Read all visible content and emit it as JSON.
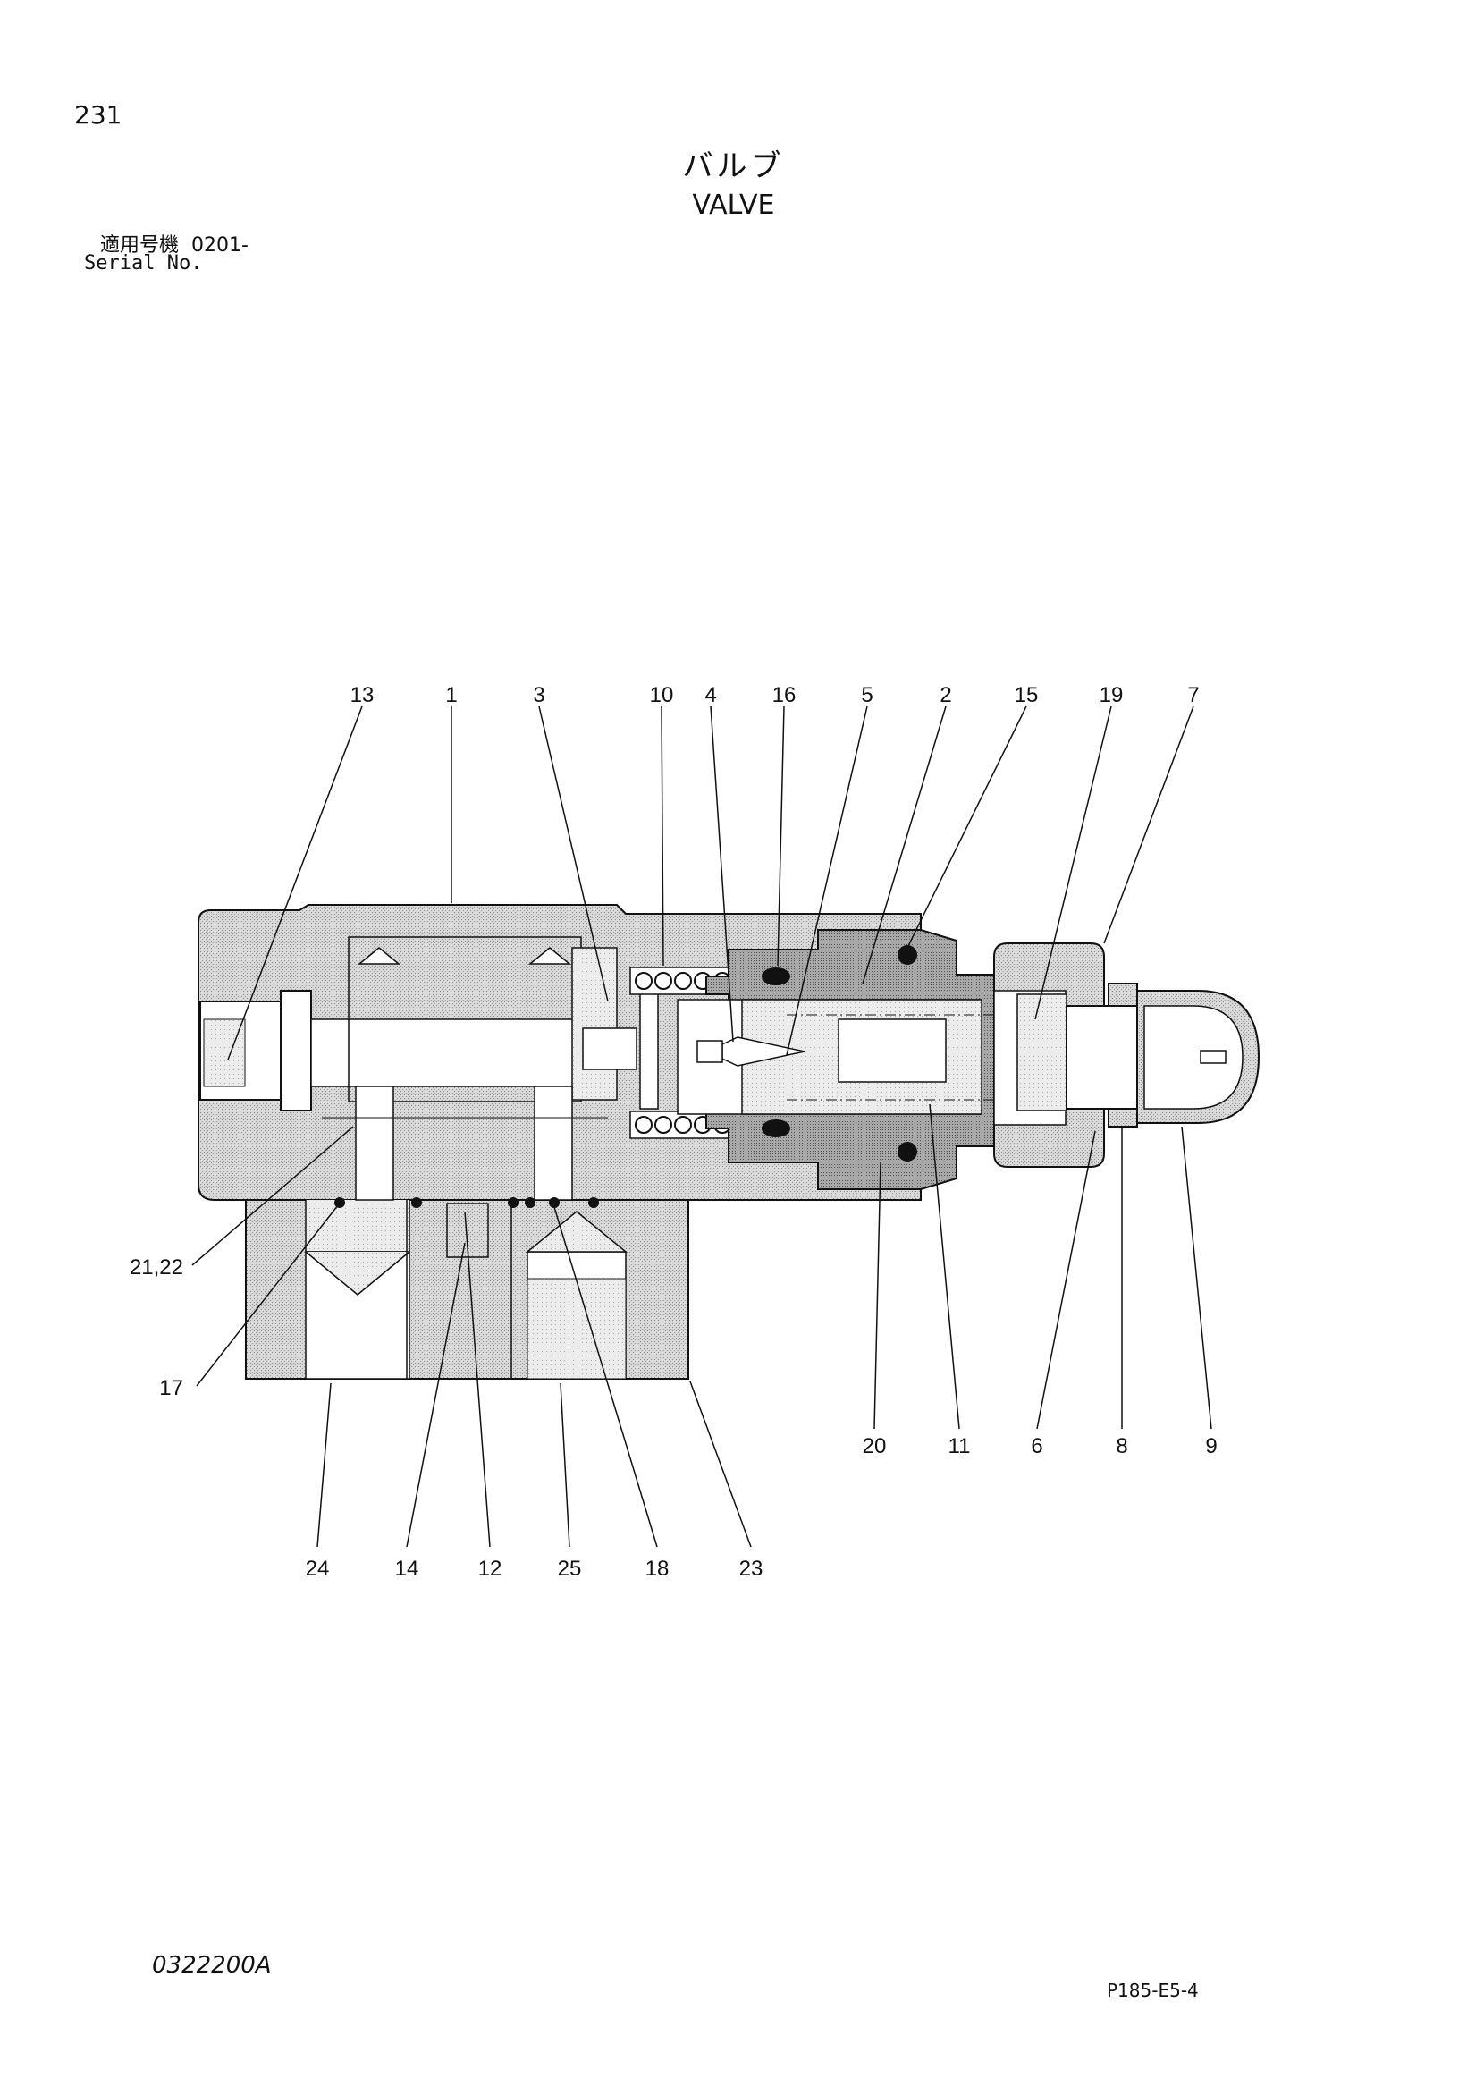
{
  "header": {
    "page_number": "231",
    "title_jp": "バルブ",
    "title_en": "VALVE",
    "serial_label_jp": "適用号機",
    "serial_value": "0201-",
    "serial_label_en": "Serial No."
  },
  "footer": {
    "drawing_code": "0322200A",
    "page_code": "P185-E5-4"
  },
  "callouts": {
    "c13": "13",
    "c1": "1",
    "c3": "3",
    "c10": "10",
    "c4": "4",
    "c16": "16",
    "c5": "5",
    "c2": "2",
    "c15": "15",
    "c19": "19",
    "c7": "7",
    "c21_22": "21,22",
    "c17": "17",
    "c20": "20",
    "c11": "11",
    "c6": "6",
    "c8": "8",
    "c9": "9",
    "c24": "24",
    "c14": "14",
    "c12": "12",
    "c25": "25",
    "c18": "18",
    "c23": "23"
  },
  "colors": {
    "shade": "#cfcfcf",
    "shade_dark": "#9a9a9a",
    "ink": "#111111"
  }
}
